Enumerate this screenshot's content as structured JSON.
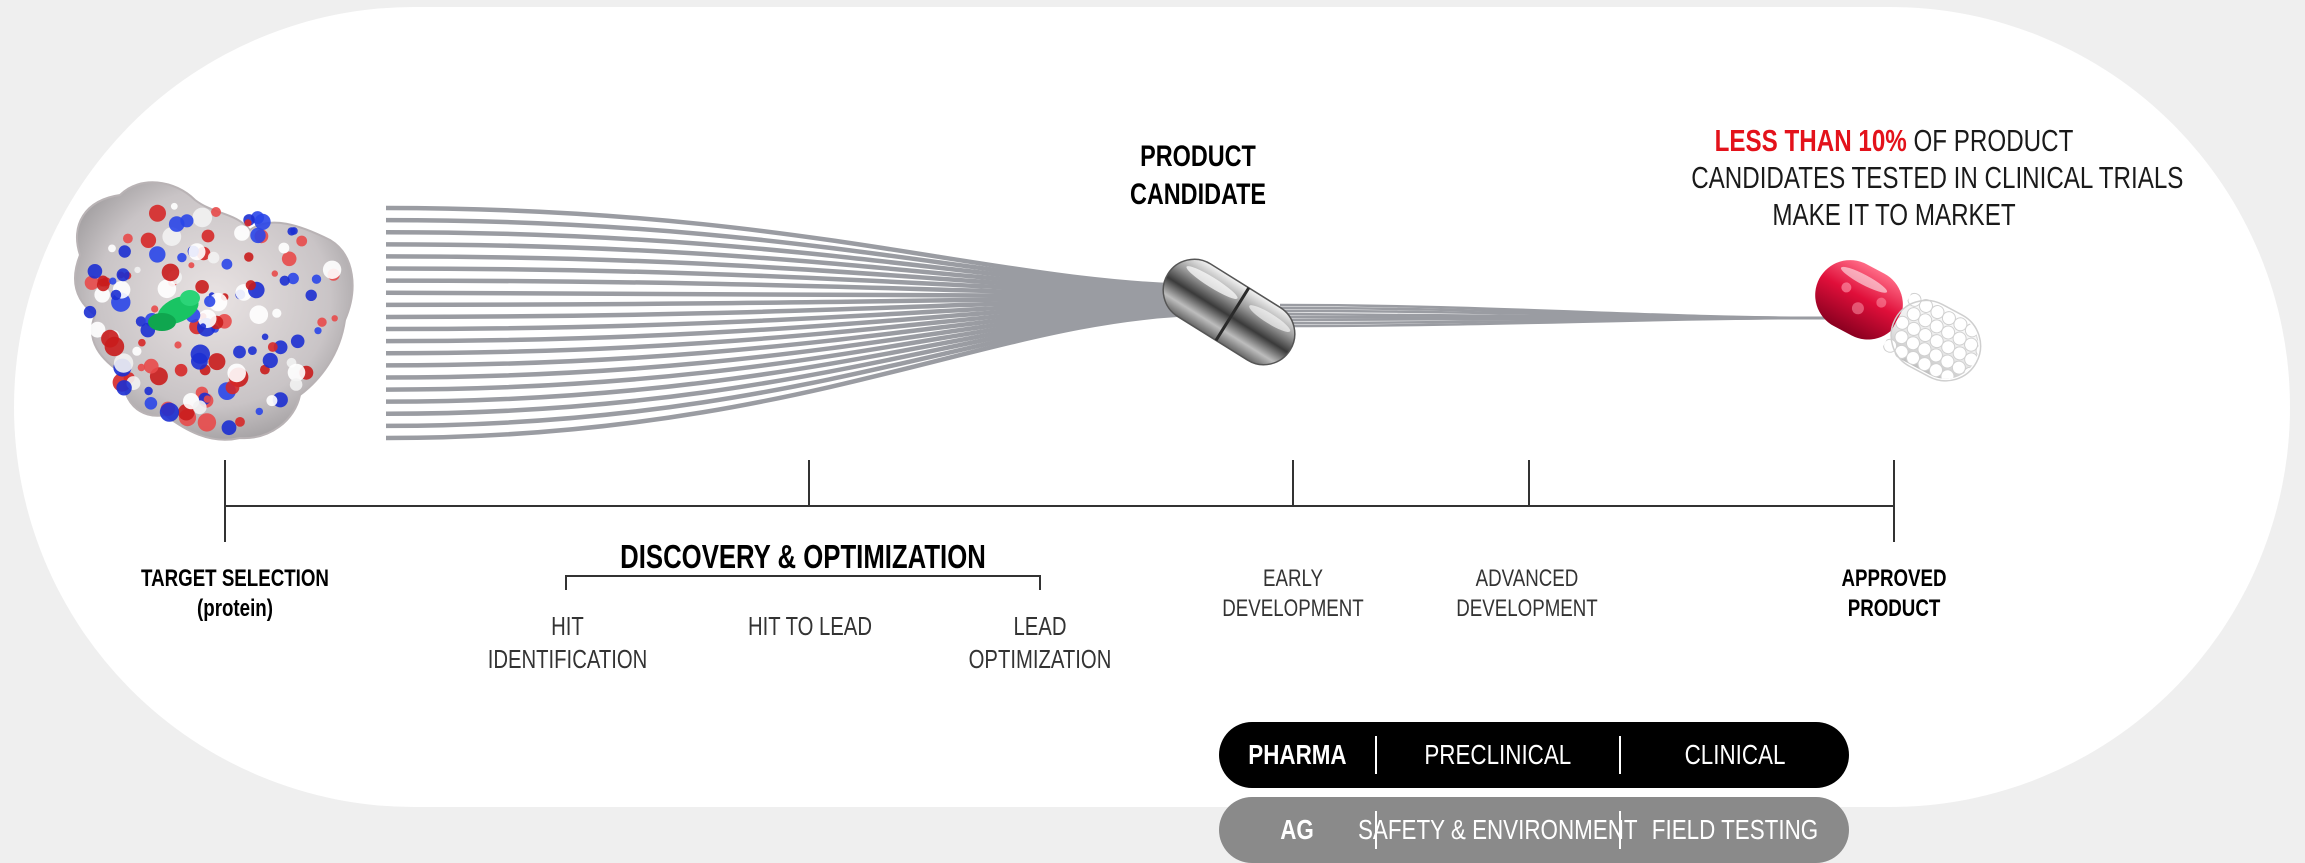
{
  "diagram": {
    "product_candidate": [
      "PRODUCT",
      "CANDIDATE"
    ],
    "headline": {
      "highlight": "LESS THAN 10%",
      "line1_rest": " OF PRODUCT",
      "line2": "CANDIDATES TESTED IN CLINICAL TRIALS",
      "line3": "MAKE IT TO MARKET"
    },
    "timeline": {
      "target_selection": [
        "TARGET SELECTION",
        "(protein)"
      ],
      "discovery": "DISCOVERY & OPTIMIZATION",
      "hit_identification": [
        "HIT",
        "IDENTIFICATION"
      ],
      "hit_to_lead": "HIT TO LEAD",
      "lead_optimization": [
        "LEAD",
        "OPTIMIZATION"
      ],
      "early_development": [
        "EARLY",
        "DEVELOPMENT"
      ],
      "advanced_development": [
        "ADVANCED",
        "DEVELOPMENT"
      ],
      "approved_product": [
        "APPROVED",
        "PRODUCT"
      ]
    },
    "phases": {
      "pharma": {
        "label": "PHARMA",
        "col1": "PRECLINICAL",
        "col2": "CLINICAL"
      },
      "ag": {
        "label": "AG",
        "col1": "SAFETY & ENVIRONMENT",
        "col2": "FIELD TESTING"
      }
    },
    "colors": {
      "accent_red": "#e3121b",
      "funnel_gray": "#9a9ca2",
      "pharma_bar": "#000000",
      "ag_bar": "#8a8a8a"
    },
    "icons": [
      "protein-structure-icon",
      "silver-capsule-icon",
      "red-capsule-icon"
    ]
  }
}
